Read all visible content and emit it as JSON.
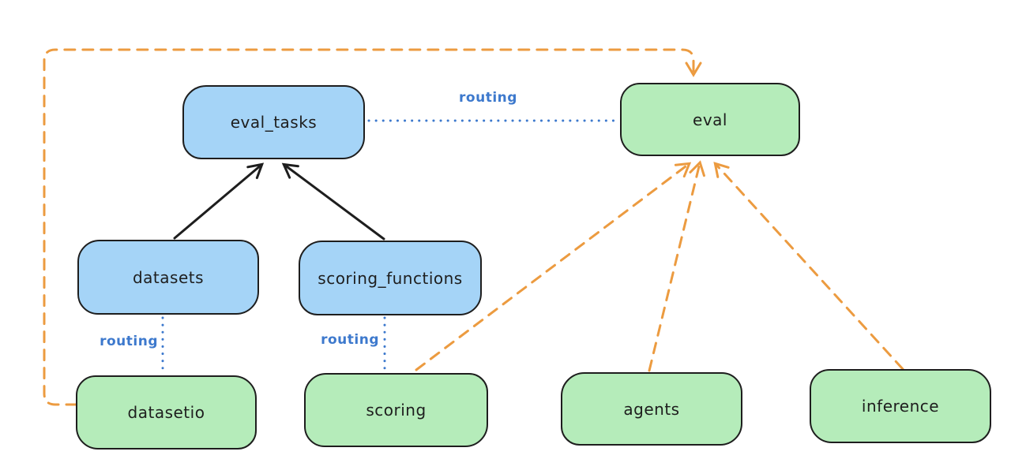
{
  "colors": {
    "background": "#ffffff",
    "stroke": "#1e1e1e",
    "blue_fill": "#a5d4f7",
    "green_fill": "#b5ecba",
    "orange_line": "#ec9b40",
    "blue_line": "#3d79cd"
  },
  "nodes": [
    {
      "id": "eval_tasks",
      "label": "eval_tasks",
      "color": "blue"
    },
    {
      "id": "eval",
      "label": "eval",
      "color": "green"
    },
    {
      "id": "datasets",
      "label": "datasets",
      "color": "blue"
    },
    {
      "id": "scoring_functions",
      "label": "scoring_functions",
      "color": "blue"
    },
    {
      "id": "datasetio",
      "label": "datasetio",
      "color": "green"
    },
    {
      "id": "scoring",
      "label": "scoring",
      "color": "green"
    },
    {
      "id": "agents",
      "label": "agents",
      "color": "green"
    },
    {
      "id": "inference",
      "label": "inference",
      "color": "green"
    }
  ],
  "routing_labels": [
    {
      "text": "routing",
      "between": "eval_tasks and eval"
    },
    {
      "text": "routing",
      "between": "datasets and datasetio"
    },
    {
      "text": "routing",
      "between": "scoring_functions and scoring"
    }
  ],
  "edges": [
    {
      "from": "datasets",
      "to": "eval_tasks",
      "style": "solid-black-arrow"
    },
    {
      "from": "scoring_functions",
      "to": "eval_tasks",
      "style": "solid-black-arrow"
    },
    {
      "from": "eval_tasks",
      "to": "eval",
      "style": "dotted-blue",
      "label": "routing"
    },
    {
      "from": "datasets",
      "to": "datasetio",
      "style": "dotted-blue",
      "label": "routing"
    },
    {
      "from": "scoring_functions",
      "to": "scoring",
      "style": "dotted-blue",
      "label": "routing"
    },
    {
      "from": "datasetio",
      "to": "eval",
      "style": "dashed-orange-arrow"
    },
    {
      "from": "scoring",
      "to": "eval",
      "style": "dashed-orange-arrow"
    },
    {
      "from": "agents",
      "to": "eval",
      "style": "dashed-orange-arrow"
    },
    {
      "from": "inference",
      "to": "eval",
      "style": "dashed-orange-arrow"
    }
  ]
}
